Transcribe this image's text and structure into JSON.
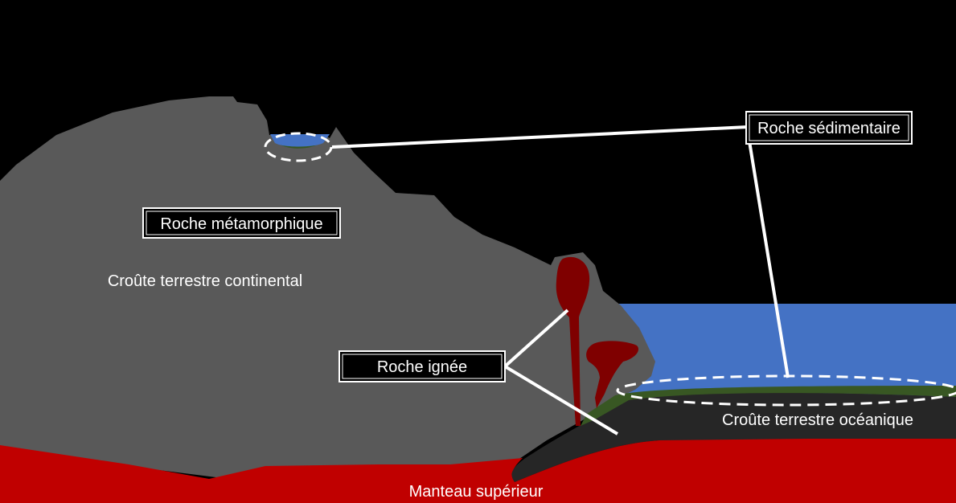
{
  "diagram": {
    "labels": {
      "continental_crust": "Croûte terrestre continental",
      "oceanic_crust": "Croûte terrestre océanique",
      "upper_mantle": "Manteau supérieur"
    },
    "callouts": {
      "metamorphic": "Roche métamorphique",
      "sedimentary": "Roche sédimentaire",
      "igneous": "Roche ignée"
    },
    "colors": {
      "background": "#000000",
      "continental_crust": "#595959",
      "oceanic_crust": "#262626",
      "mantle": "#c00000",
      "ocean": "#4472c4",
      "sediment": "#385723",
      "magma": "#7f0000"
    }
  }
}
